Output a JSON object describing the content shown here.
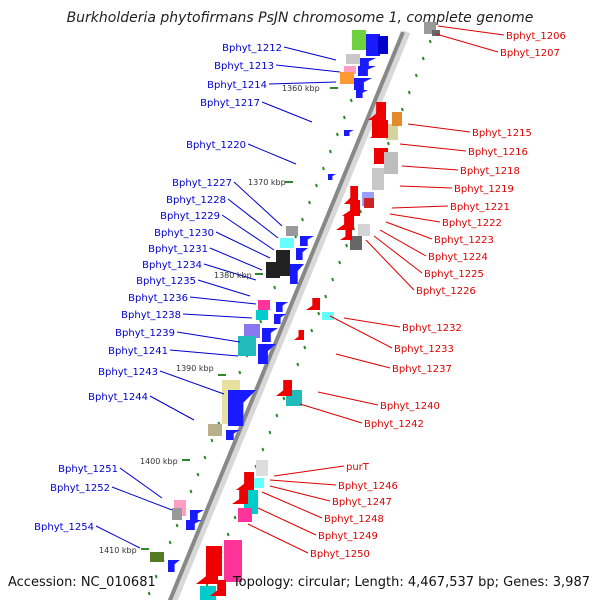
{
  "title": "Burkholderia phytofirmans PsJN chromosome 1, complete genome",
  "footer": {
    "accession": "Accession: NC_010681",
    "summary": "Topology: circular; Length: 4,467,537 bp; Genes: 3,987"
  },
  "colors": {
    "plus_strand_label": "#0000cc",
    "minus_strand_label": "#dd0000",
    "backbone": "#888888",
    "kbp_tick": "#2a8a2a"
  },
  "kbp_ticks": [
    "1360 kbp",
    "1370 kbp",
    "1380 kbp",
    "1390 kbp",
    "1400 kbp",
    "1410 kbp"
  ],
  "left_labels": [
    "Bphyt_1212",
    "Bphyt_1213",
    "Bphyt_1214",
    "Bphyt_1217",
    "Bphyt_1220",
    "Bphyt_1227",
    "Bphyt_1228",
    "Bphyt_1229",
    "Bphyt_1230",
    "Bphyt_1231",
    "Bphyt_1234",
    "Bphyt_1235",
    "Bphyt_1236",
    "Bphyt_1238",
    "Bphyt_1239",
    "Bphyt_1241",
    "Bphyt_1243",
    "Bphyt_1244",
    "Bphyt_1251",
    "Bphyt_1252",
    "Bphyt_1254"
  ],
  "right_labels": [
    "Bphyt_1206",
    "Bphyt_1207",
    "Bphyt_1215",
    "Bphyt_1216",
    "Bphyt_1218",
    "Bphyt_1219",
    "Bphyt_1221",
    "Bphyt_1222",
    "Bphyt_1223",
    "Bphyt_1224",
    "Bphyt_1225",
    "Bphyt_1226",
    "Bphyt_1232",
    "Bphyt_1233",
    "Bphyt_1237",
    "Bphyt_1240",
    "Bphyt_1242",
    "purT",
    "Bphyt_1246",
    "Bphyt_1247",
    "Bphyt_1248",
    "Bphyt_1249",
    "Bphyt_1250"
  ]
}
